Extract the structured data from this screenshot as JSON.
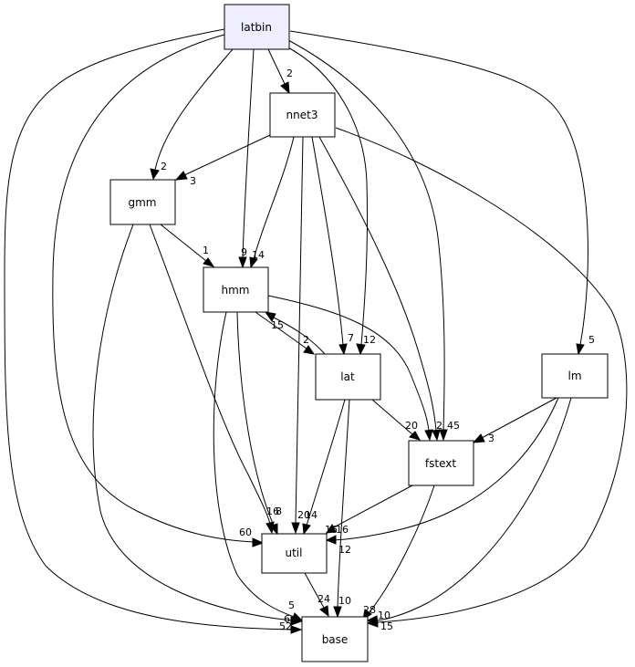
{
  "nodes": {
    "latbin": "latbin",
    "nnet3": "nnet3",
    "gmm": "gmm",
    "hmm": "hmm",
    "lat": "lat",
    "lm": "lm",
    "fstext": "fstext",
    "util": "util",
    "base": "base"
  },
  "edges": {
    "latbin_nnet3": "2",
    "latbin_gmm": "2",
    "latbin_hmm": "9",
    "latbin_lat": "12",
    "latbin_fstext": "45",
    "latbin_lm": "5",
    "latbin_util": "60",
    "latbin_base": "52",
    "nnet3_gmm": "3",
    "nnet3_hmm": "14",
    "nnet3_lat": "7",
    "nnet3_fstext": "2",
    "nnet3_util": "20",
    "nnet3_base": "15",
    "gmm_hmm": "1",
    "gmm_util": "16",
    "gmm_base": "6",
    "hmm_lat": "2",
    "lat_hmm": "15",
    "hmm_fstext": "",
    "hmm_util": "8",
    "hmm_base": "5",
    "lat_fstext": "20",
    "lat_util": "14",
    "lat_base": "10",
    "lm_fstext": "3",
    "lm_util": "16",
    "lm_base": "10",
    "fstext_util": "16",
    "fstext_base": "28",
    "util_base": "24",
    "lat_base_b": "12"
  },
  "colors": {
    "root_fill": "#eeeeff",
    "node_fill": "#ffffff",
    "stroke": "#000000"
  }
}
